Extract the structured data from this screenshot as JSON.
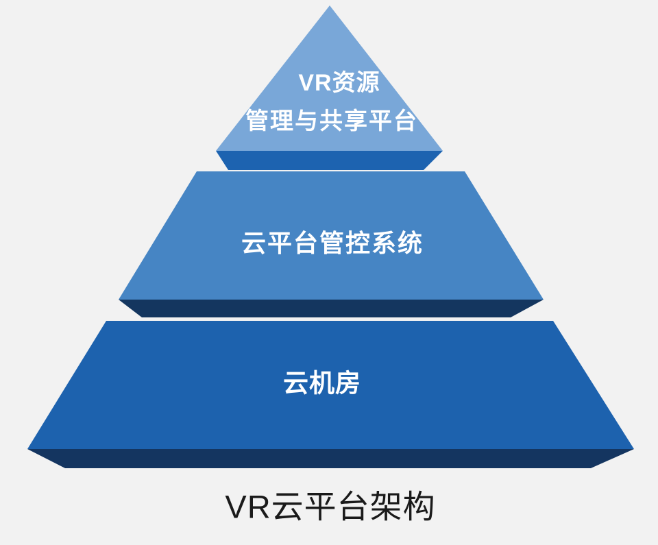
{
  "background_color": "#f2f2f2",
  "diagram": {
    "type": "pyramid-3d",
    "orientation": "apex-up",
    "title": "VR云平台架构",
    "title_color": "#1a1a1a",
    "label_color": "#ffffff",
    "levels": [
      {
        "id": "vr-resource-platform",
        "position": "top",
        "label_line1": "VR资源",
        "label_line2": "管理与共享平台",
        "face_color": "#79a7d8",
        "bevel_color": "#1d63b0"
      },
      {
        "id": "cloud-platform-control-system",
        "position": "middle",
        "label": "云平台管控系统",
        "face_color": "#4685c4",
        "bevel_color": "#14365f"
      },
      {
        "id": "cloud-machine-room",
        "position": "bottom",
        "label": "云机房",
        "face_color": "#1d62ae",
        "bevel_color": "#143560"
      }
    ]
  }
}
